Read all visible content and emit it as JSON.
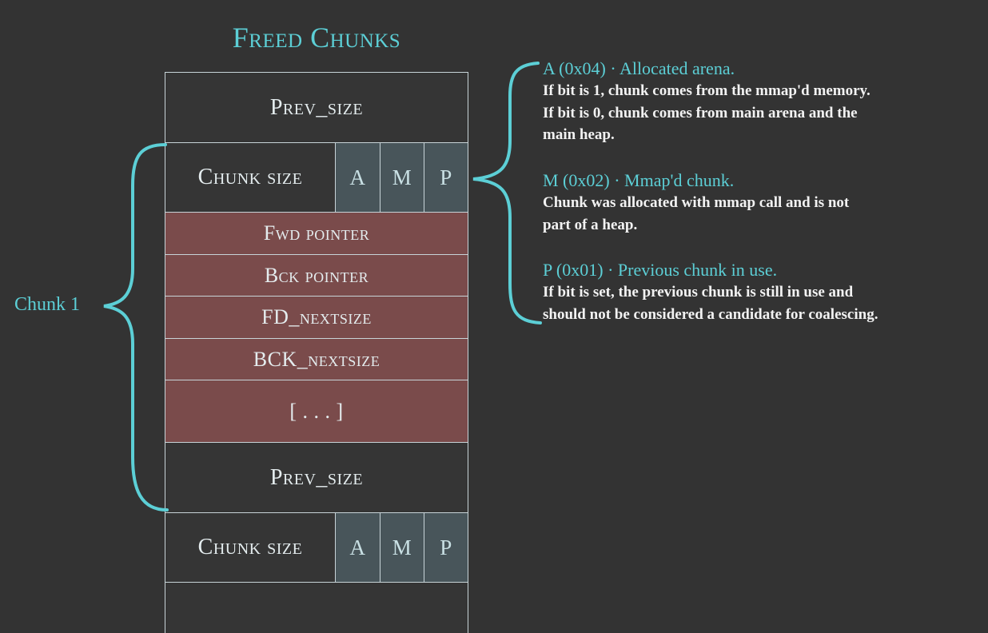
{
  "title": "Freed Chunks",
  "chunk_label": "Chunk 1",
  "cells": {
    "prev_size_top": "Prev_size",
    "chunk_size_1": "Chunk size",
    "fwd_pointer": "Fwd pointer",
    "bck_pointer": "Bck pointer",
    "fd_nextsize": "FD_nextsize",
    "bck_nextsize": "BCK_nextsize",
    "ellipsis": "[ . . . ]",
    "prev_size_bottom": "Prev_size",
    "chunk_size_2": "Chunk size"
  },
  "flags": {
    "a": "A",
    "m": "M",
    "p": "P"
  },
  "descriptions": [
    {
      "heading": "A (0x04) · Allocated arena.",
      "body": "If bit is 1, chunk comes from the mmap'd memory.\nIf bit is 0, chunk comes from main arena and the\nmain heap."
    },
    {
      "heading": "M (0x02) · Mmap'd chunk.",
      "body": "Chunk was allocated with mmap call and is not\npart of a heap."
    },
    {
      "heading": "P (0x01) · Previous chunk in use.",
      "body": "If bit is set, the previous chunk is still in use and\nshould not be considered a candidate for coalescing."
    }
  ],
  "colors": {
    "background": "#333333",
    "accent": "#5ccfd6",
    "freed_cell": "#7a4b4b",
    "flag_cell": "#48555a"
  }
}
